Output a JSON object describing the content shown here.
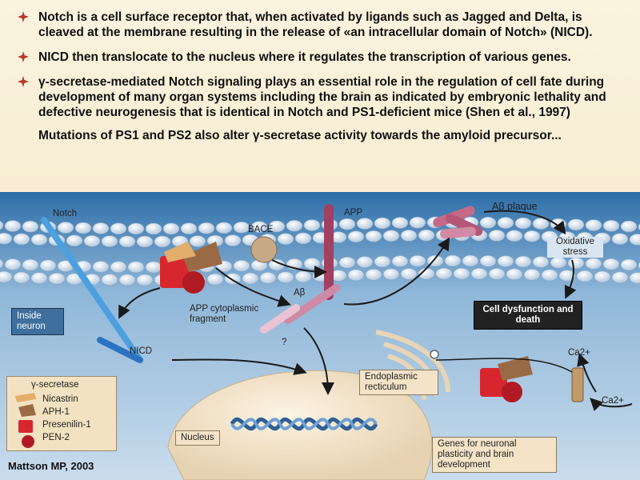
{
  "bullets": [
    "Notch is a cell surface receptor that, when activated by ligands such as Jagged and Delta, is cleaved at the membrane resulting in the release of «an intracellular domain of Notch» (NICD).",
    "NICD then translocate to the nucleus where it regulates the transcription of various genes.",
    "γ-secretase-mediated Notch signaling plays an essential role in the regulation of cell fate during development of many organ systems including the brain as indicated by embryonic lethality and defective neurogenesis that is identical in Notch and PS1-deficient mice (Shen et al., 1997)",
    "Mutations of PS1 and PS2 also alter γ-secretase activity towards the amyloid precursor..."
  ],
  "figure": {
    "notch": "Notch",
    "app": "APP",
    "bace": "BACE",
    "abeta_plaque": "Aβ plaque",
    "oxidative_stress": "Oxidative stress",
    "inside_neuron": "Inside neuron",
    "abeta": "Aβ",
    "app_fragment": "APP cytoplasmic fragment",
    "question": "?",
    "nicd": "NICD",
    "cell_dysfunction": "Cell dysfunction and death",
    "er": "Endoplasmic recticulum",
    "ca_in": "Ca2+",
    "ca_out": "Ca2+",
    "nucleus": "Nucleus",
    "genes": "Genes for neuronal plasticity and brain development"
  },
  "legend": {
    "title": "γ-secretase",
    "items": [
      "Nicastrin",
      "APH-1",
      "Presenilin-1",
      "PEN-2"
    ]
  },
  "citation": "Mattson MP, 2003"
}
